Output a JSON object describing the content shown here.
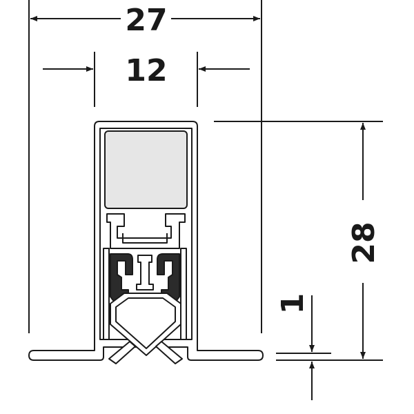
{
  "drawing": {
    "dimensions": {
      "overall_width": "27",
      "inner_width": "12",
      "height": "28",
      "offset": "1"
    },
    "colors": {
      "line": "#1a1a1a",
      "profile_fill": "#ffffff",
      "seal_insert_fill": "#e6e6e6",
      "background": "#ffffff"
    }
  }
}
